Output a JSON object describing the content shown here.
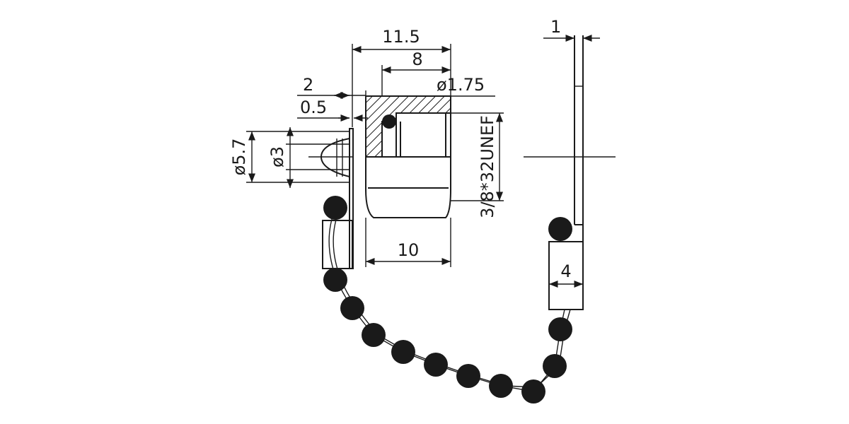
{
  "drawing": {
    "dims": {
      "d_11_5": "11.5",
      "d_8": "8",
      "d_1_75": "ø1.75",
      "d_2": "2",
      "d_0_5": "0.5",
      "d_5_7": "ø5.7",
      "d_3": "ø3",
      "d_thread": "3/8*32UNEF",
      "d_10": "10",
      "d_1": "1",
      "d_4": "4"
    },
    "colors": {
      "ink": "#1a1a1a",
      "background": "#ffffff"
    }
  }
}
